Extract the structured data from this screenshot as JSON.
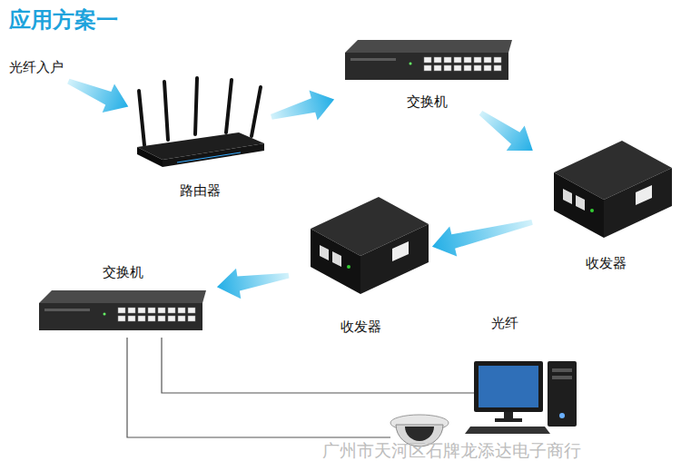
{
  "diagram": {
    "title": "应用方案一",
    "nodes": [
      {
        "text": [
          "光纤入户"
        ]
      },
      {
        "text": [
          "路由器"
        ]
      },
      {
        "text": [
          "交换机"
        ]
      },
      {
        "text": [
          "收发器"
        ]
      },
      {
        "text": [
          "收发器"
        ]
      },
      {
        "text": [
          "交换机"
        ]
      }
    ],
    "edges": [
      {
        "from": 0,
        "to": 1,
        "arrow": "to"
      },
      {
        "from": 1,
        "to": 2,
        "arrow": "to"
      },
      {
        "from": 2,
        "to": 3,
        "arrow": "to"
      },
      {
        "from": 3,
        "to": 4,
        "label": "光纤",
        "arrow": "to"
      },
      {
        "from": 4,
        "to": 5,
        "arrow": "to"
      }
    ],
    "labels": [
      "广州市天河区石牌龙添达电子商行"
    ]
  }
}
